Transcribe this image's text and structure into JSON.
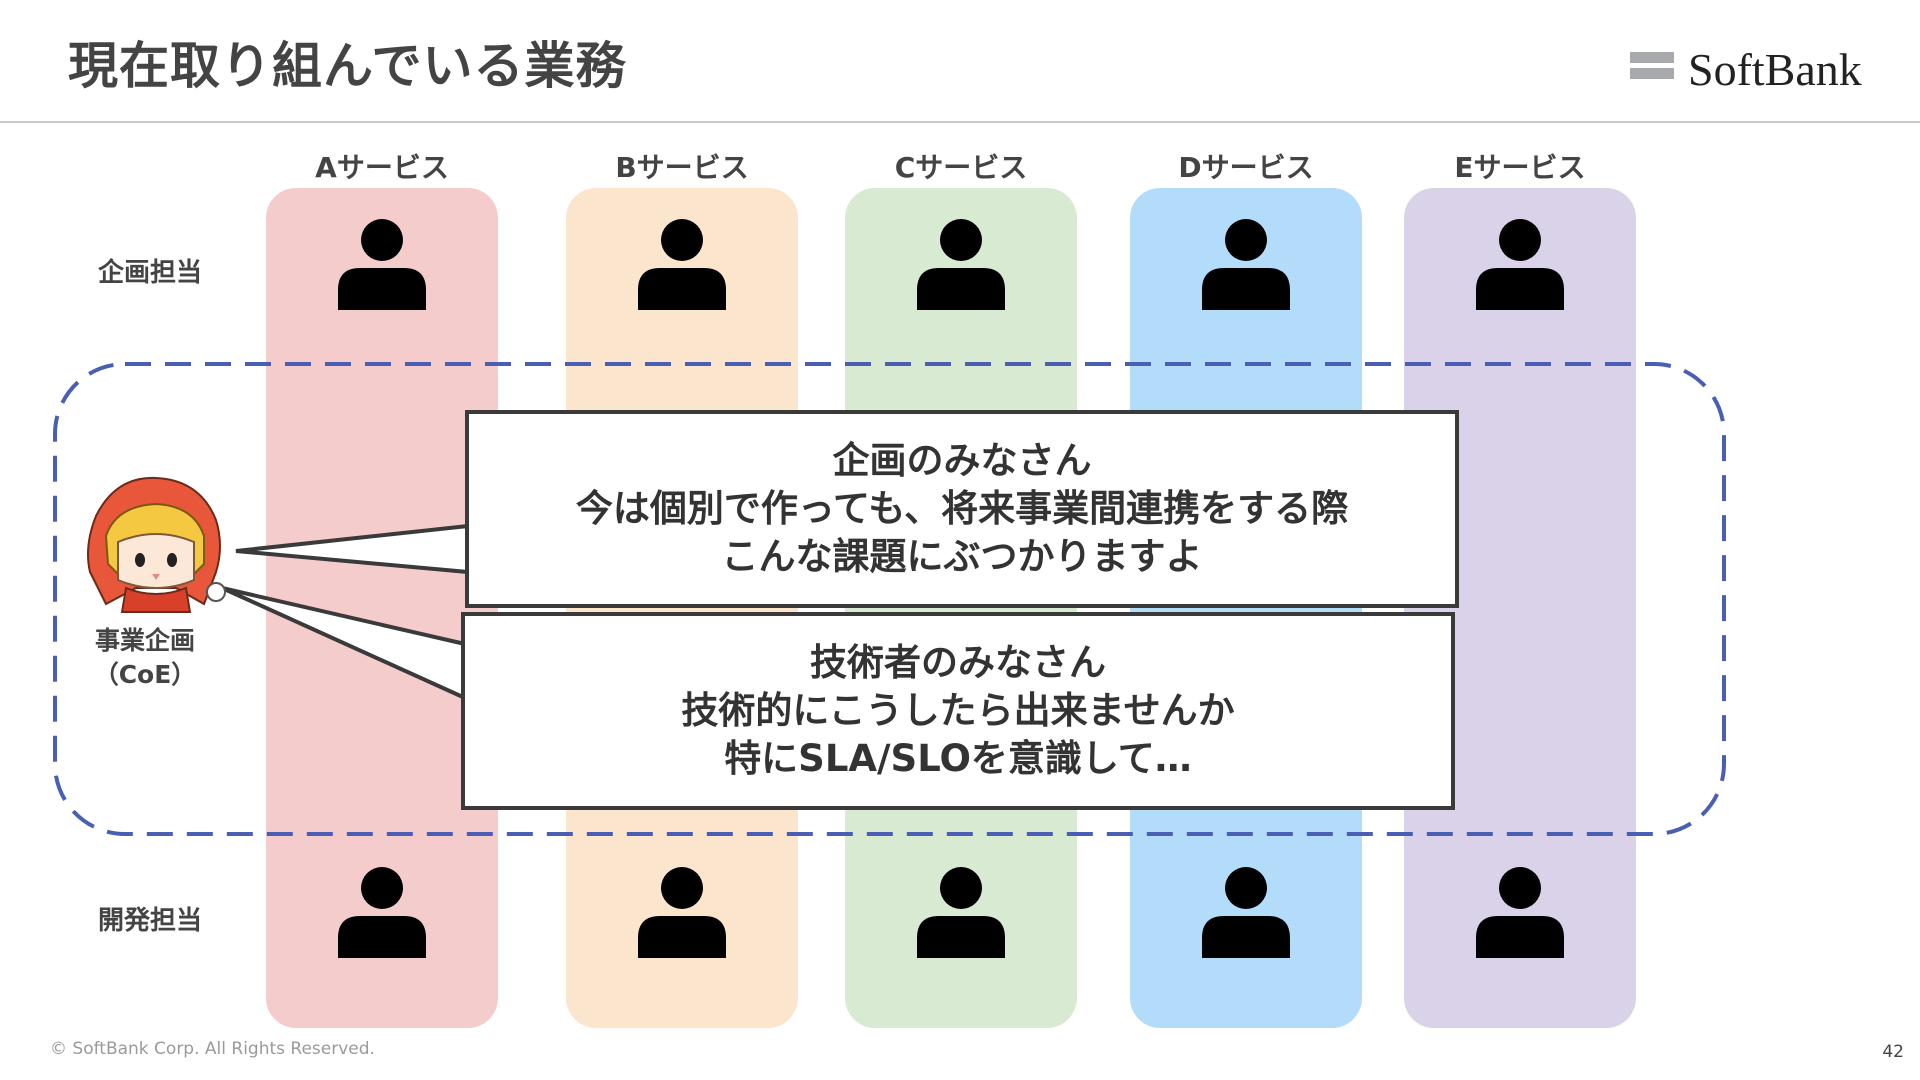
{
  "slide": {
    "title": "現在取り組んでいる業務",
    "logo_text": "SoftBank",
    "copyright": "© SoftBank Corp. All Rights Reserved.",
    "page_number": "42"
  },
  "services": [
    {
      "label": "Aサービス",
      "color": "#f4cccc"
    },
    {
      "label": "Bサービス",
      "color": "#fce5cd"
    },
    {
      "label": "Cサービス",
      "color": "#d9ead3"
    },
    {
      "label": "Dサービス",
      "color": "#b3dbfa"
    },
    {
      "label": "Eサービス",
      "color": "#d9d2e9"
    }
  ],
  "rows": {
    "planning_label": "企画担当",
    "dev_label": "開発担当"
  },
  "coe": {
    "label_line1": "事業企画",
    "label_line2": "（CoE）"
  },
  "bubbles": {
    "planning": {
      "line1": "企画のみなさん",
      "line2": "今は個別で作っても、将来事業間連携をする際",
      "line3": "こんな課題にぶつかりますよ"
    },
    "engineers": {
      "line1": "技術者のみなさん",
      "line2": "技術的にこうしたら出来ませんか",
      "line3": "特にSLA/SLOを意識して…"
    }
  },
  "colors": {
    "dashed_border": "#4a5fb4",
    "person_icon": "#000000",
    "bubble_border": "#3a3a3a",
    "mascot_hood": "#e8573a",
    "mascot_hair": "#f5c842"
  },
  "icons": {
    "person": "person-icon",
    "mascot": "mascot-character"
  }
}
